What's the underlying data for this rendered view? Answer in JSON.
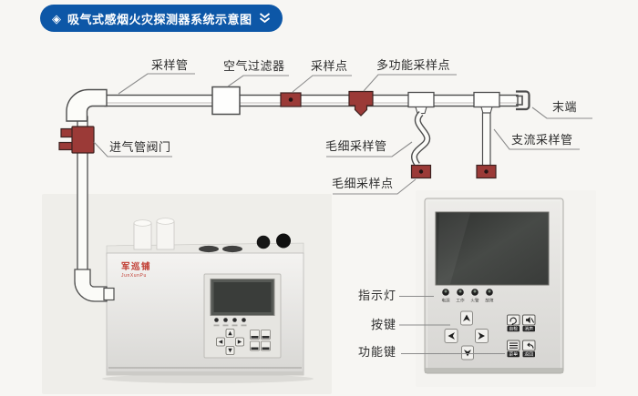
{
  "header": {
    "title": "吸气式感烟火灾探测器系统示意图",
    "left_icon": "◈"
  },
  "pipeline_labels": {
    "sampling_pipe": "采样管",
    "air_filter": "空气过滤器",
    "sampling_point": "采样点",
    "multi_sampling_point": "多功能采样点",
    "terminal": "末端",
    "intake_valve": "进气管阀门",
    "capillary_pipe": "毛细采样管",
    "capillary_point": "毛细采样点",
    "branch_pipe": "支流采样管"
  },
  "detector": {
    "brand": "军巡铺",
    "brand_en": "JunXunPu"
  },
  "panel": {
    "indicator_label": "指示灯",
    "keys_label": "按键",
    "function_keys_label": "功能键",
    "leds": [
      "电源",
      "工作",
      "火警",
      "故障"
    ],
    "function_buttons": [
      {
        "label": "自检"
      },
      {
        "label": "消声"
      },
      {
        "label": "菜单"
      },
      {
        "label": "返回"
      }
    ]
  },
  "colors": {
    "banner_blue": "#0d57a7",
    "fitting_red": "#9b3a37",
    "line_gray": "#4d4d4d"
  }
}
